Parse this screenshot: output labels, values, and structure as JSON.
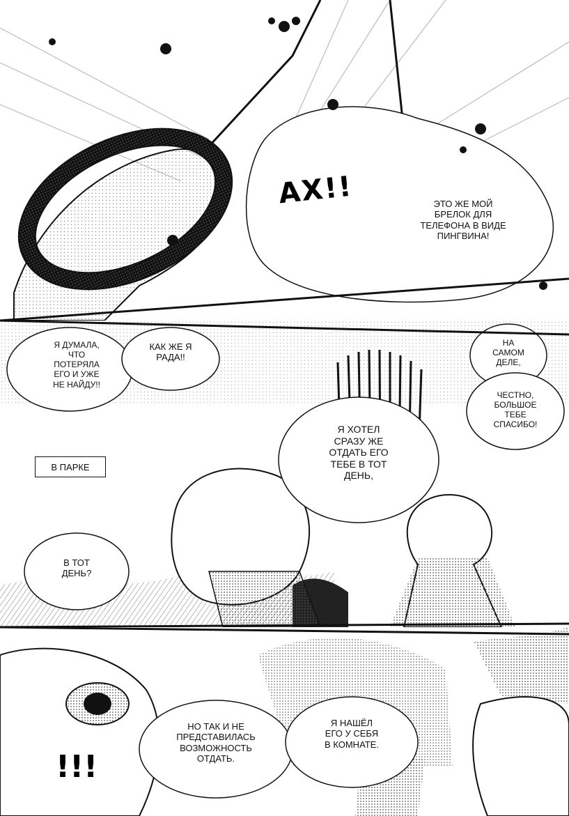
{
  "panels": {
    "top": {
      "sfx": "АХ!!",
      "bubble_right": "ЭТО ЖЕ МОЙ\nБРЕЛОК ДЛЯ\nТЕЛЕФОНА В ВИДЕ\nПИНГВИНА!"
    },
    "middle": {
      "bubble_left_1": "Я ДУМАЛА,\nЧТО\nПОТЕРЯЛА\nЕГО И УЖЕ\nНЕ НАЙДУ!!",
      "bubble_left_2": "КАК ЖЕ Я\nРАДА!!",
      "bubble_right_1": "НА\nСАМОМ\nДЕЛЕ,",
      "bubble_right_2": "ЧЕСТНО,\nБОЛЬШОЕ\nТЕБЕ\nСПАСИБО!",
      "bubble_center": "Я ХОТЕЛ\nСРАЗУ ЖЕ\nОТДАТЬ ЕГО\nТЕБЕ В ТОТ\nДЕНЬ,",
      "caption": "В ПАРКЕ",
      "bubble_bottom_left": "В ТОТ\nДЕНЬ?"
    },
    "bottom": {
      "bubble_left": "НО ТАК И НЕ\nПРЕДСТАВИЛАСЬ\nВОЗМОЖНОСТЬ\nОТДАТЬ.",
      "bubble_right": "Я НАШЁЛ\nЕГО У СЕБЯ\nВ КОМНАТЕ.",
      "sfx": "!!!"
    }
  },
  "colors": {
    "ink": "#111111",
    "screentone": "#9a9a9a",
    "paper": "#ffffff"
  },
  "icons": [
    "flower-icon",
    "penguin-keychain-icon"
  ]
}
